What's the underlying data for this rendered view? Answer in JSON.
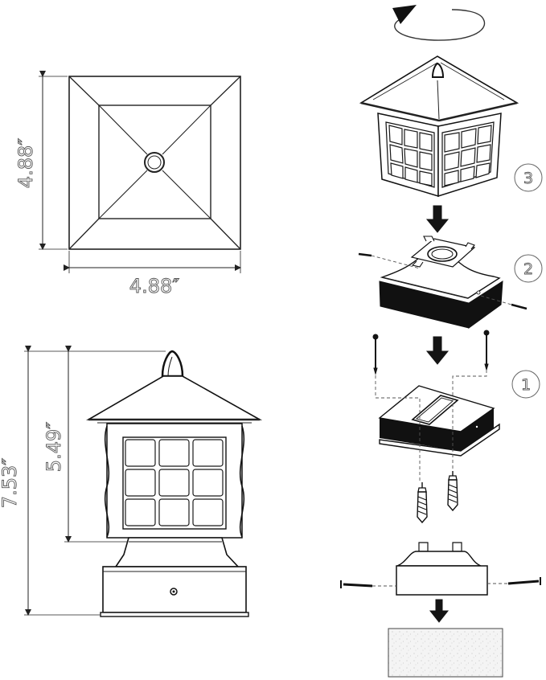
{
  "dimensions": {
    "top_height": "4.88″",
    "top_width": "4.88″",
    "overall_height": "7.53″",
    "lantern_height": "5.49″"
  },
  "steps": [
    {
      "label": "3"
    },
    {
      "label": "2"
    },
    {
      "label": "1"
    }
  ],
  "colors": {
    "ink": "#141414",
    "line": "#222222",
    "concrete": "#f4f4f4"
  },
  "icons": [
    "rotate-arrow-icon",
    "down-arrow-icon",
    "screw-icon",
    "wall-anchor-icon"
  ]
}
